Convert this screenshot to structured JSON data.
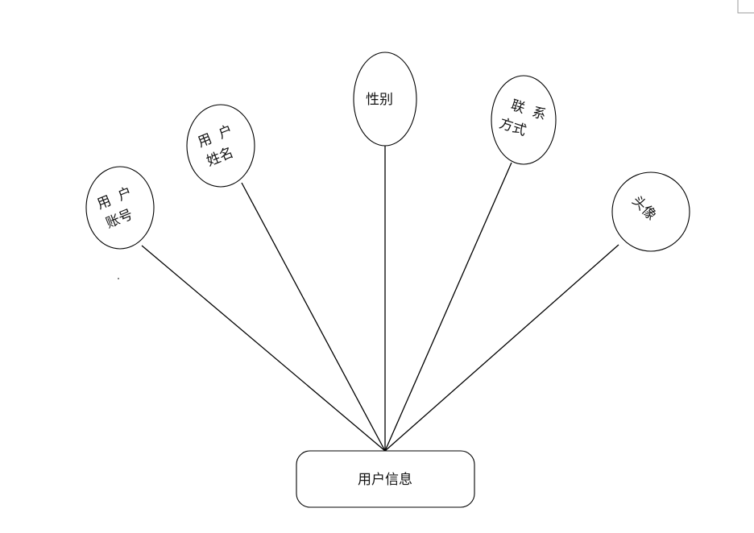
{
  "entity": {
    "label": "用户信息"
  },
  "attributes": [
    {
      "id": "account",
      "lines": [
        "用  户",
        "账号"
      ]
    },
    {
      "id": "name",
      "lines": [
        "用  户",
        "姓名"
      ]
    },
    {
      "id": "gender",
      "lines": [
        "性别"
      ]
    },
    {
      "id": "contact",
      "lines": [
        "联  系",
        "方式"
      ]
    },
    {
      "id": "avatar",
      "lines": [
        "头像"
      ]
    }
  ]
}
